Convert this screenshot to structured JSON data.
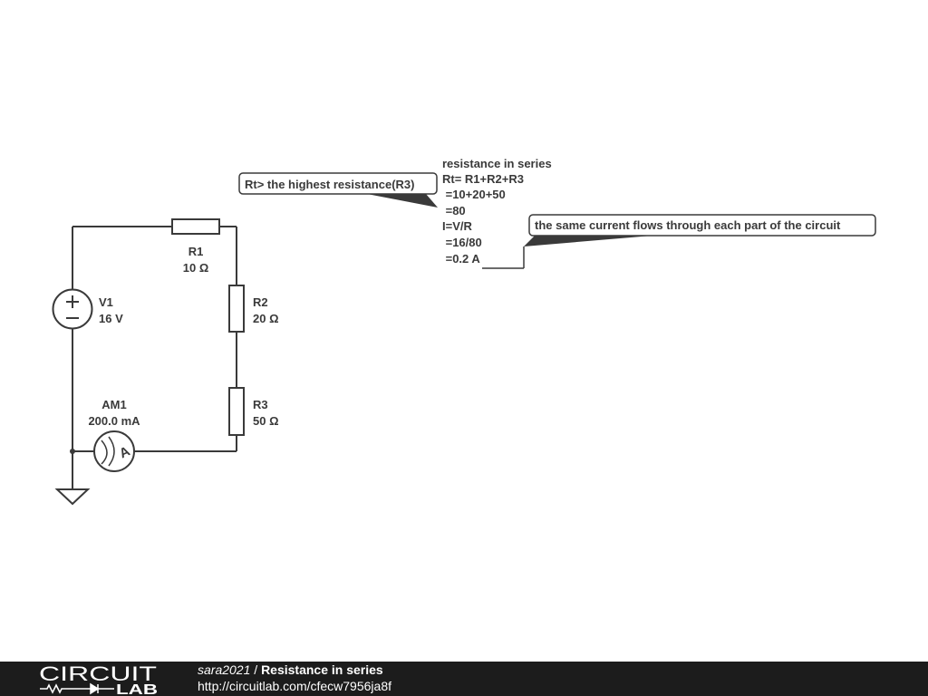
{
  "circuit": {
    "components": [
      {
        "id": "R1",
        "value": "10 Ω"
      },
      {
        "id": "R2",
        "value": "20 Ω"
      },
      {
        "id": "R3",
        "value": "50 Ω"
      },
      {
        "id": "V1",
        "value": "16 V"
      },
      {
        "id": "AM1",
        "value": "200.0 mA"
      }
    ],
    "ammeter_symbol": "A"
  },
  "notes": {
    "highest_resistance": "Rt> the highest resistance(R3)",
    "same_current": "the same current flows through each part of the circuit",
    "calculation": [
      "resistance in series",
      "Rt= R1+R2+R3",
      " =10+20+50",
      " =80",
      "I=V/R",
      " =16/80",
      " =0.2 A"
    ]
  },
  "footer": {
    "logo_top": "CIRCUIT",
    "logo_bottom": "LAB",
    "author": "sara2021",
    "separator": " / ",
    "title": "Resistance in series",
    "url": "http://circuitlab.com/cfecw7956ja8f"
  },
  "colors": {
    "wire": "#3a3a3a",
    "text": "#3a3a3a",
    "footer_bg": "#1c1c1c",
    "footer_text": "#ffffff"
  }
}
